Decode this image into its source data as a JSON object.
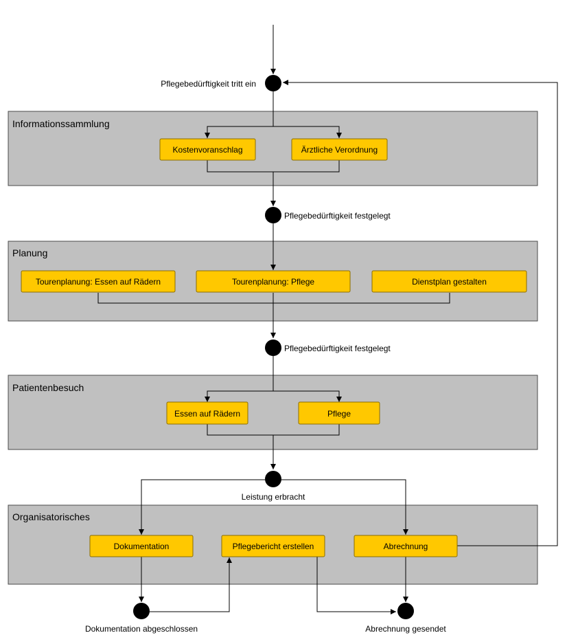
{
  "groups": {
    "info": "Informationssammlung",
    "planung": "Planung",
    "besuch": "Patientenbesuch",
    "org": "Organisatorisches"
  },
  "activities": {
    "kostenvoranschlag": "Kostenvoranschlag",
    "aerztliche_verordnung": "Ärztliche Verordnung",
    "tour_essen": "Tourenplanung: Essen auf Rädern",
    "tour_pflege": "Tourenplanung: Pflege",
    "dienstplan": "Dienstplan gestalten",
    "essen": "Essen auf Rädern",
    "pflege": "Pflege",
    "dokumentation": "Dokumentation",
    "pflegebericht": "Pflegebericht erstellen",
    "abrechnung": "Abrechnung"
  },
  "states": {
    "start": "Pflegebedürftigkeit tritt ein",
    "festgelegt1": "Pflegebedürftigkeit festgelegt",
    "festgelegt2": "Pflegebedürftigkeit festgelegt",
    "erbracht": "Leistung erbracht",
    "doku_done": "Dokumentation abgeschlossen",
    "abrechnung_sent": "Abrechnung gesendet"
  }
}
